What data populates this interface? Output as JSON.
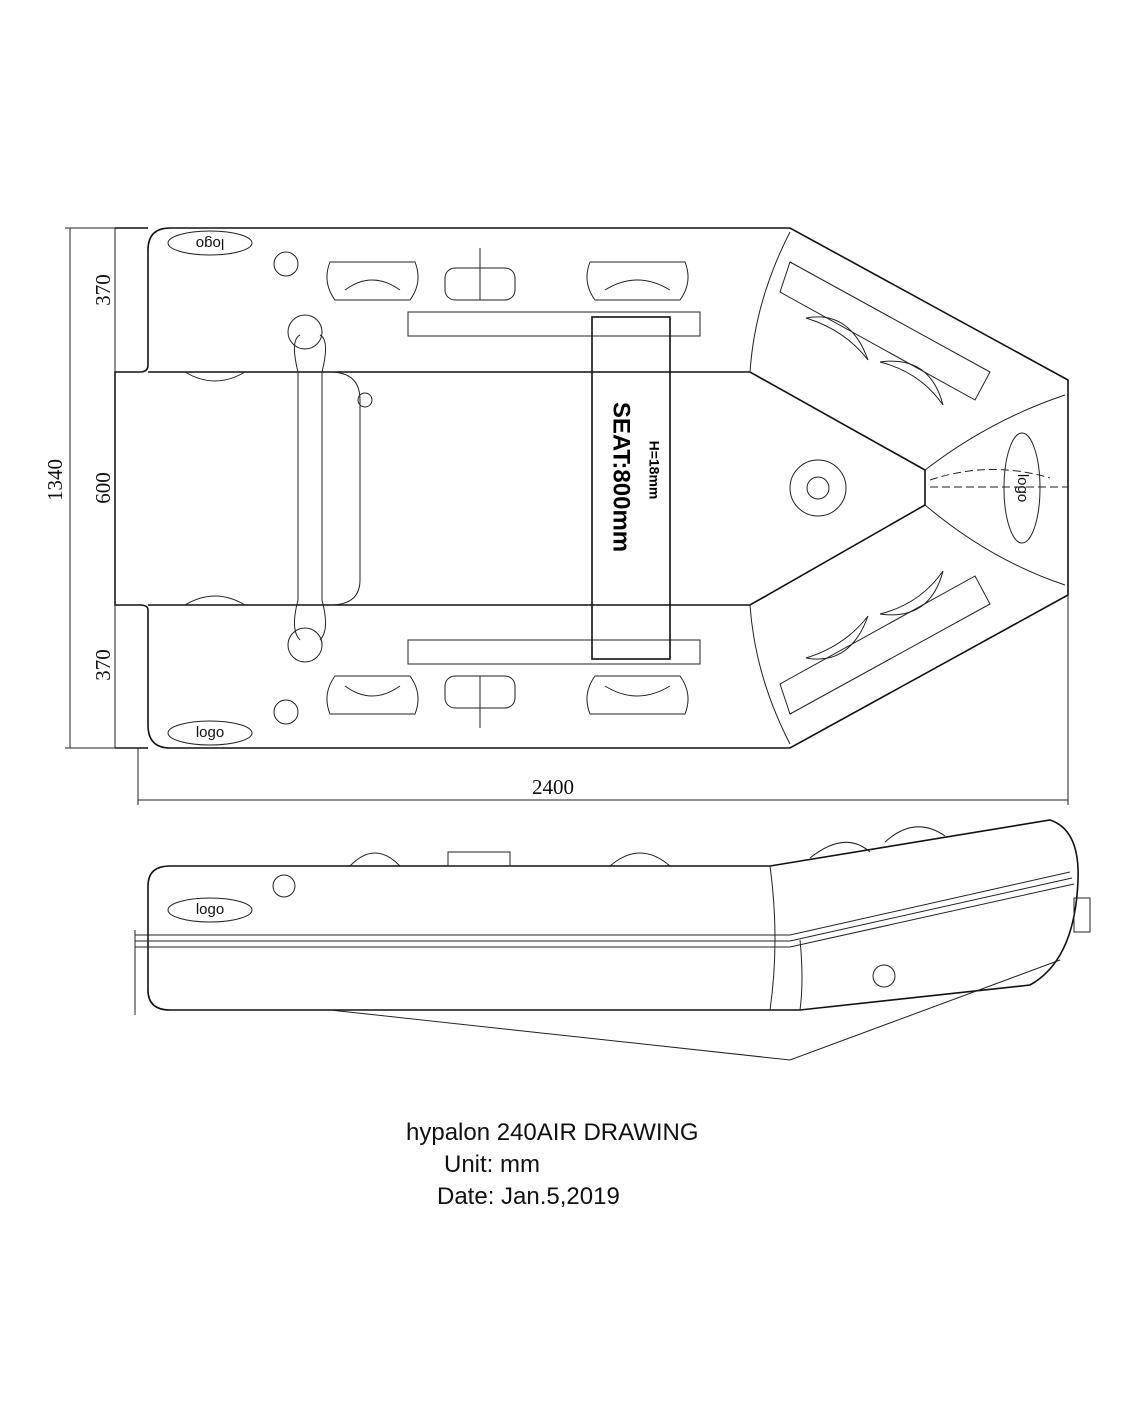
{
  "drawing": {
    "dimensions": {
      "overall_width": "1340",
      "tube_top": "370",
      "floor": "600",
      "tube_bottom": "370",
      "overall_length": "2400"
    },
    "seat": {
      "label": "SEAT:800mm",
      "height": "H=18mm"
    },
    "logo_label": "logo"
  },
  "caption": {
    "title": "hypalon 240AIR  DRAWING",
    "unit": "Unit:   mm",
    "date": "Date:  Jan.5,2019"
  }
}
